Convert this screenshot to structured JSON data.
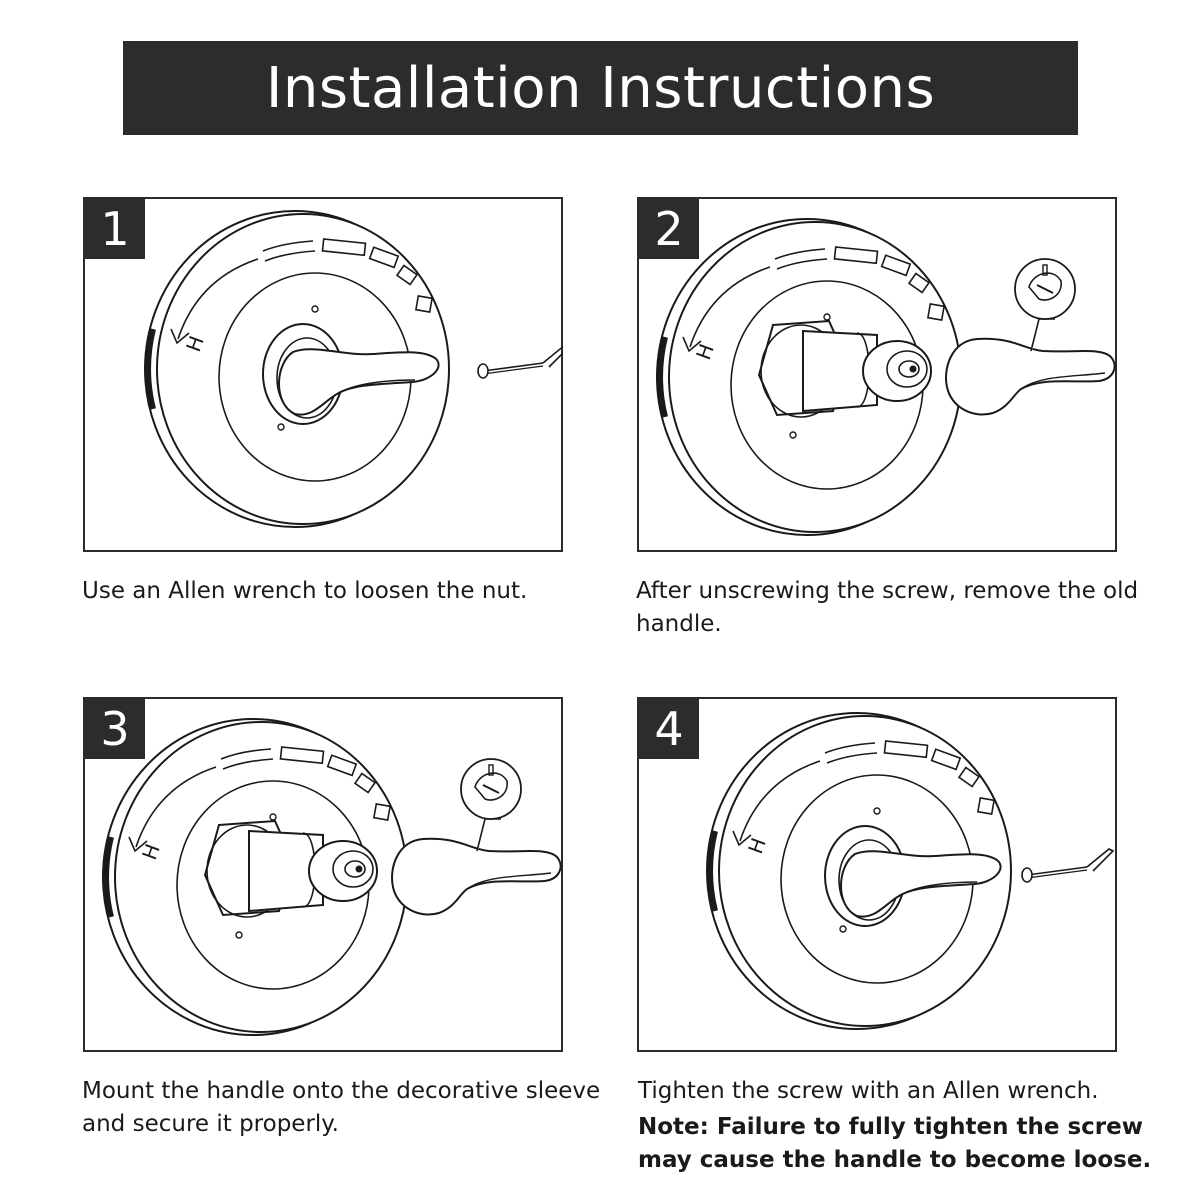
{
  "page": {
    "title": "Installation Instructions"
  },
  "steps": [
    {
      "number": "1",
      "caption": "Use an Allen wrench to loosen the nut."
    },
    {
      "number": "2",
      "caption": "After unscrewing the screw, remove the old handle."
    },
    {
      "number": "3",
      "caption": "Mount the handle onto the decorative sleeve and secure it properly."
    },
    {
      "number": "4",
      "caption": "Tighten the screw with an Allen wrench.",
      "note": "Note: Failure to fully tighten the screw may cause the handle to become loose."
    }
  ],
  "dial_label": "H",
  "colors": {
    "dark": "#2e2b2b",
    "background": "#ffffff",
    "line": "#1a1a1a"
  },
  "icons": [
    "allen-wrench-icon",
    "arrow-icon",
    "screw-detail-icon"
  ]
}
